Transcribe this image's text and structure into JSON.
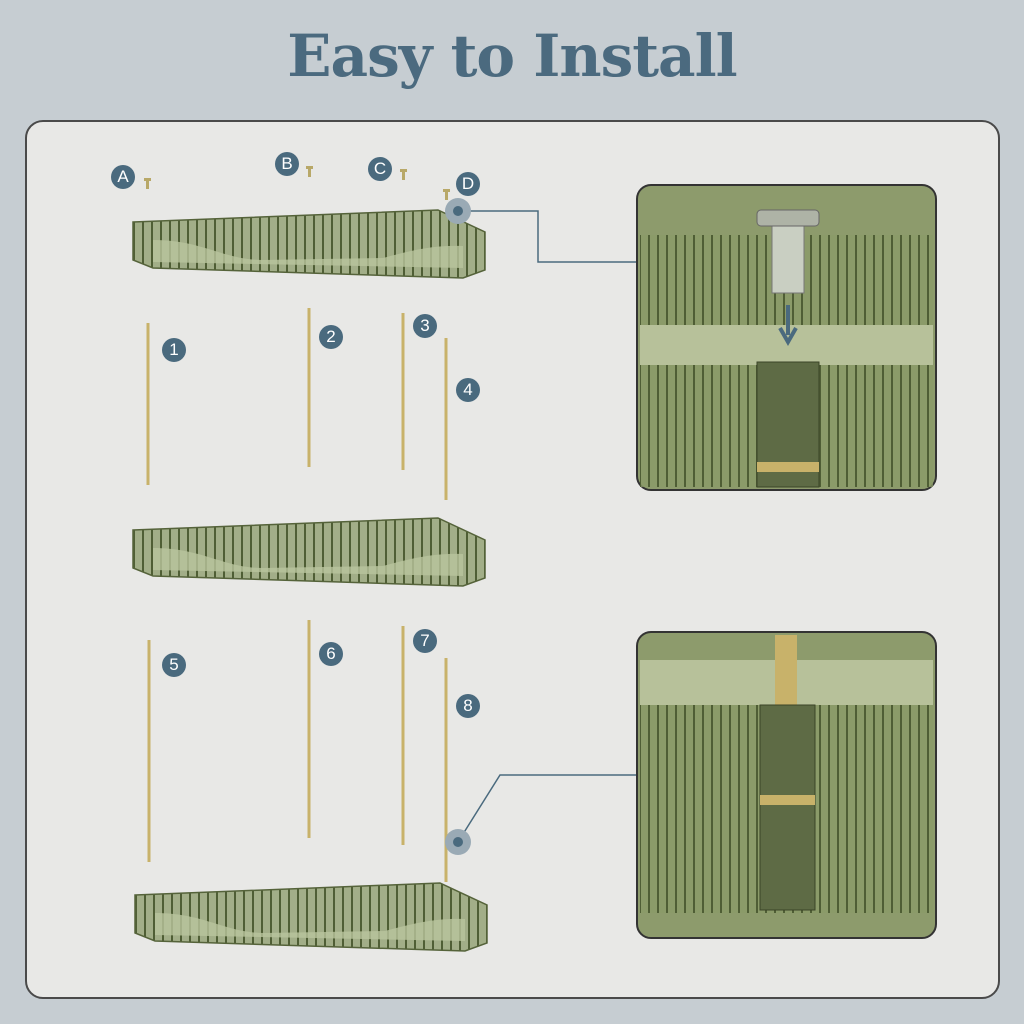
{
  "title": "Easy to Install",
  "letters": [
    "A",
    "B",
    "C",
    "D"
  ],
  "numbers": [
    "1",
    "2",
    "3",
    "4",
    "5",
    "6",
    "7",
    "8"
  ],
  "colors": {
    "accent": "#4a6a7e",
    "tray": "#7d8f5a",
    "rod": "#c8b26a",
    "panel": "#e8e8e6"
  }
}
